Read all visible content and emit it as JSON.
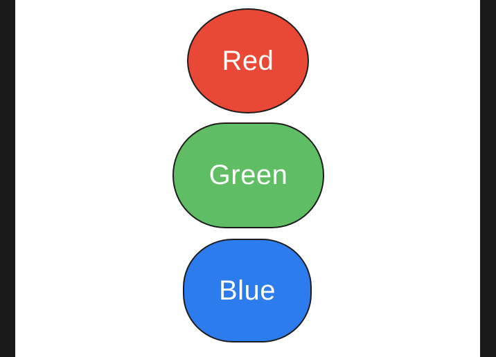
{
  "canvas": {
    "background": "#ffffff",
    "letterbox_color": "#1a1a1a",
    "shape_border_color": "#1c1c1c",
    "label_text_color": "#ffffff"
  },
  "shapes": [
    {
      "label": "Red",
      "fill": "#EA4836",
      "shape": "ellipse"
    },
    {
      "label": "Green",
      "fill": "#5FBD64",
      "shape": "pill"
    },
    {
      "label": "Blue",
      "fill": "#2D7CEE",
      "shape": "rounded-ellipse"
    }
  ]
}
